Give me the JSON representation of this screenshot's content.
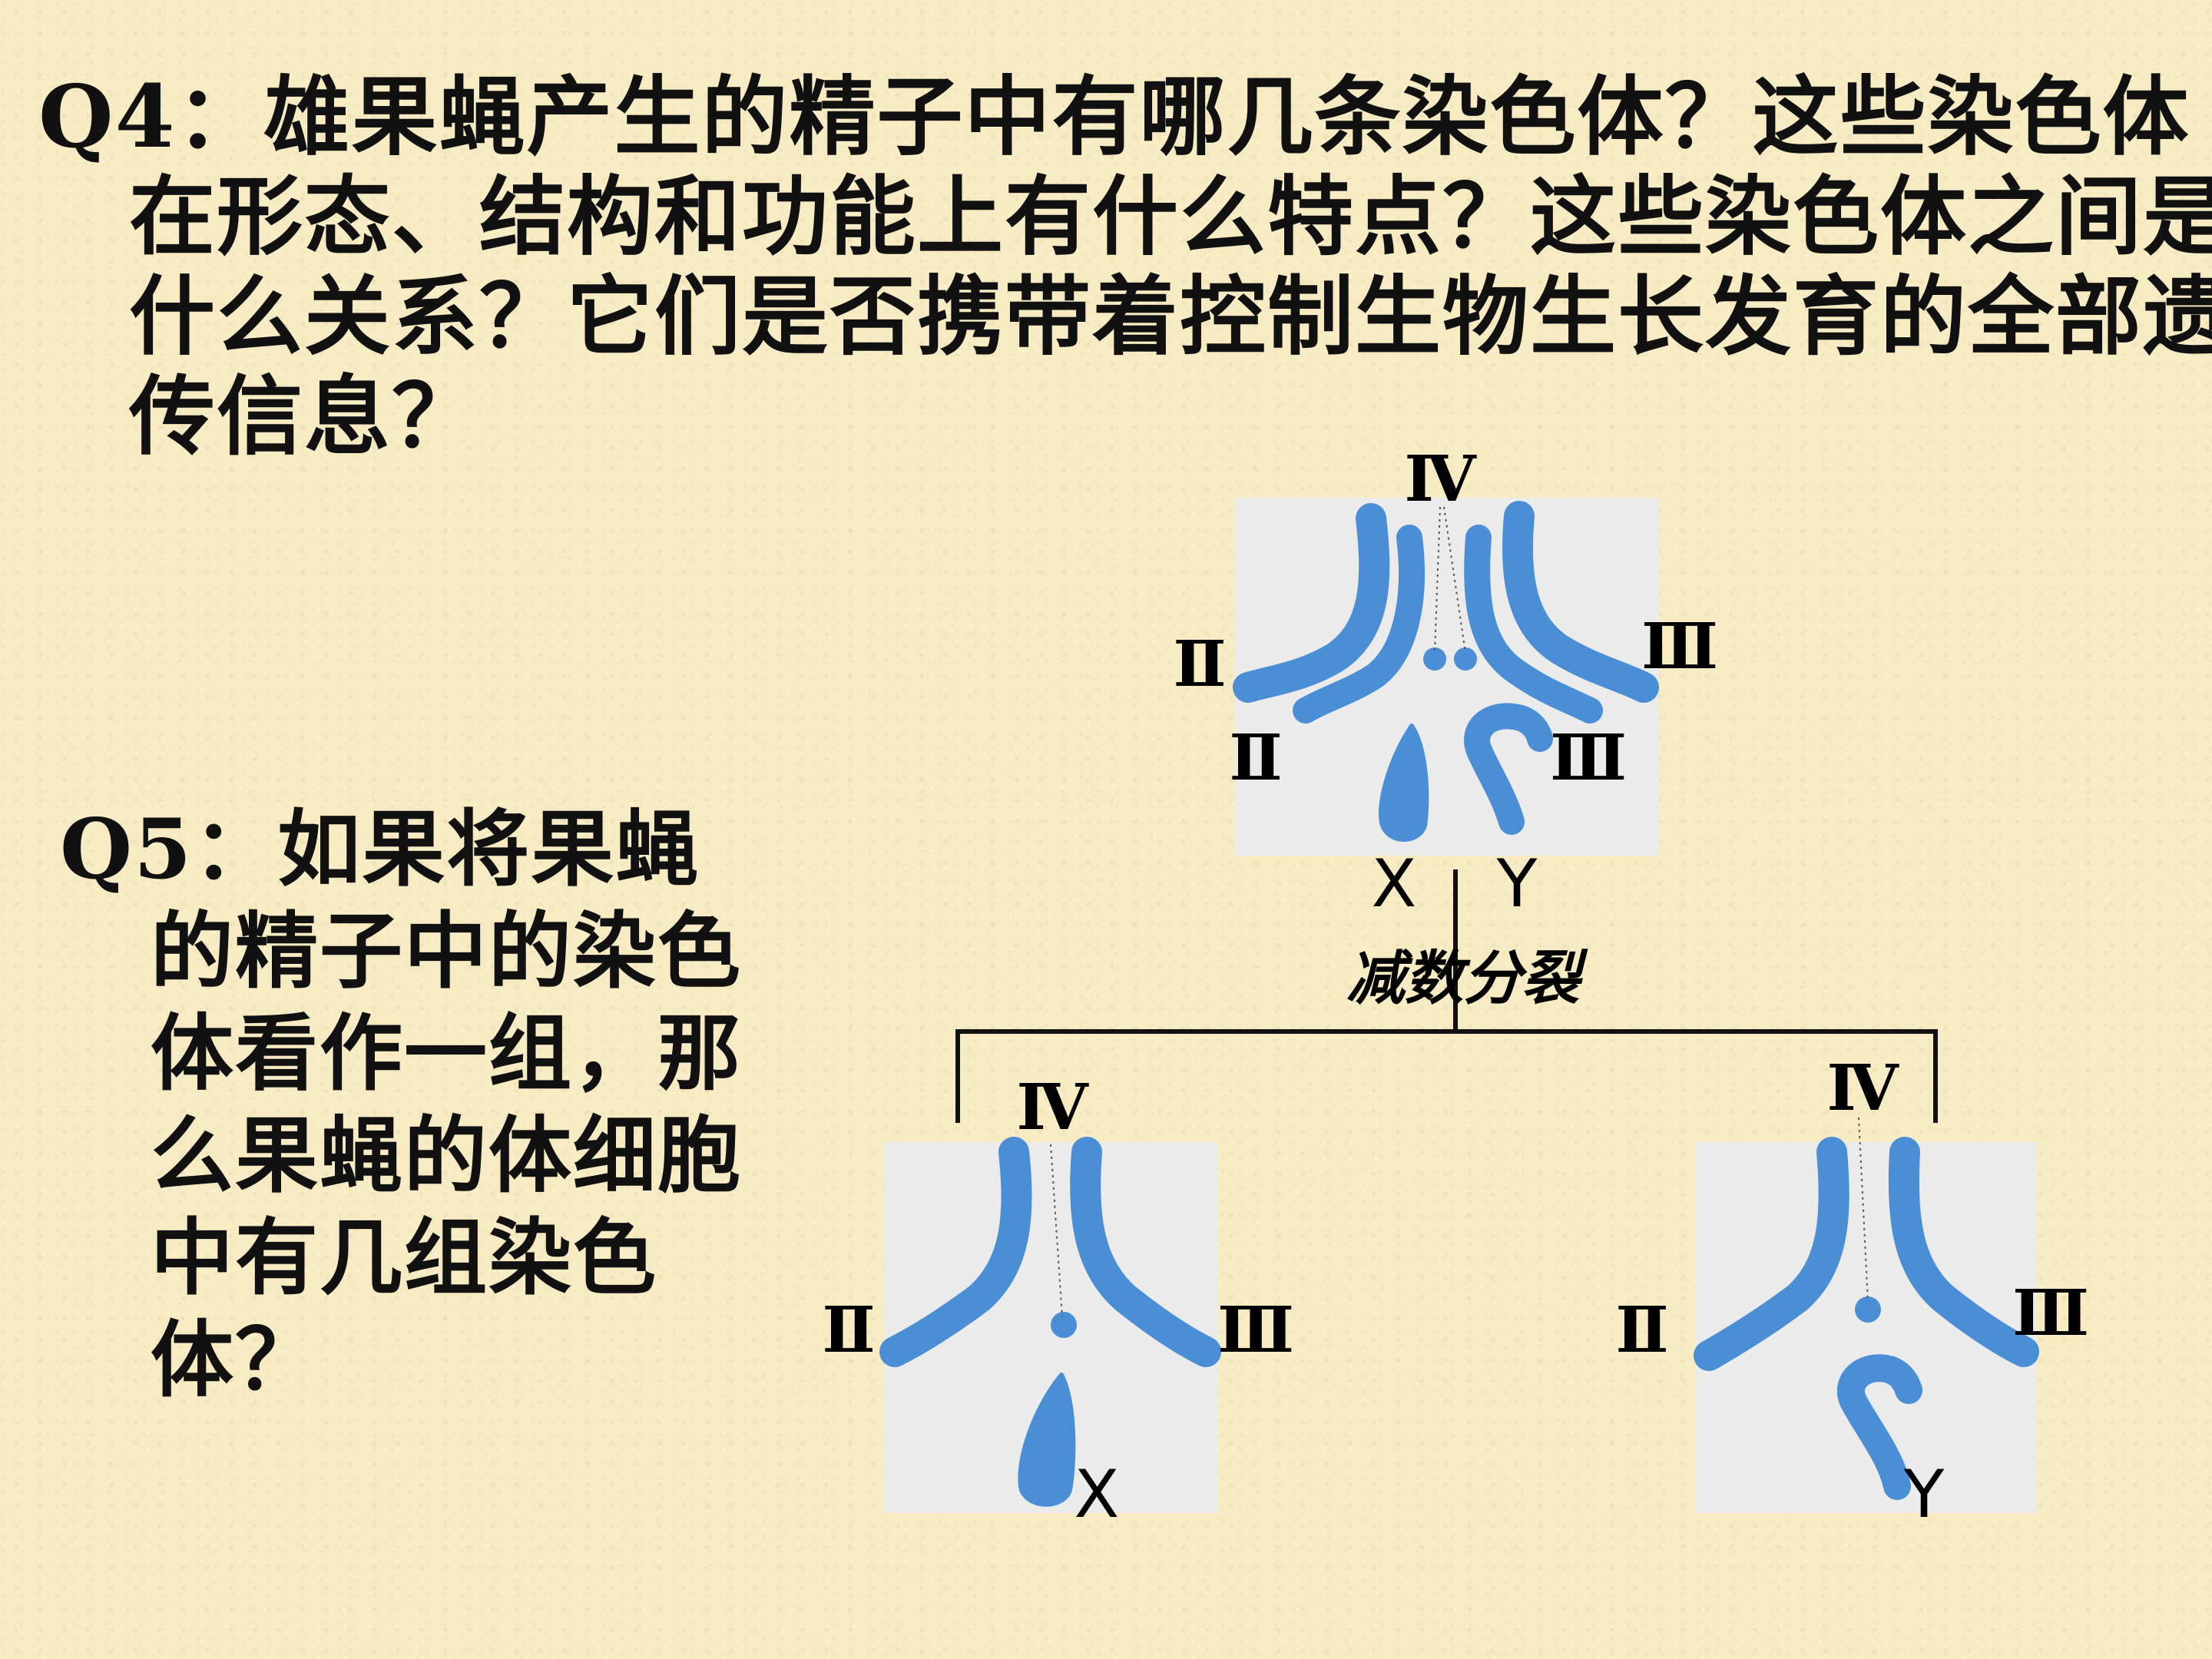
{
  "question4": {
    "text": "Q4：雄果蝇产生的精子中有哪几条染色体？这些染色体在形态、结构和功能上有什么特点？这些染色体之间是什么关系？它们是否携带着控制生物生长发育的全部遗传信息？"
  },
  "question5": {
    "text": "Q5：如果将果蝇的精子中的染色体看作一组，那么果蝇的体细胞中有几组染色体？"
  },
  "diagram": {
    "process_label": "减数分裂",
    "chromosome_color": "#4a8fd6",
    "panel_color": "#ebebeb",
    "parent": {
      "label_IV": "Ⅳ",
      "label_II_a": "Ⅱ",
      "label_II_b": "Ⅱ",
      "label_III_a": "Ⅲ",
      "label_III_b": "Ⅲ",
      "label_X": "X",
      "label_Y": "Y"
    },
    "sperm_x": {
      "label_IV": "Ⅳ",
      "label_II": "Ⅱ",
      "label_III": "Ⅲ",
      "label_X": "X"
    },
    "sperm_y": {
      "label_IV": "Ⅳ",
      "label_II": "Ⅱ",
      "label_III": "Ⅲ",
      "label_Y": "Y"
    }
  }
}
